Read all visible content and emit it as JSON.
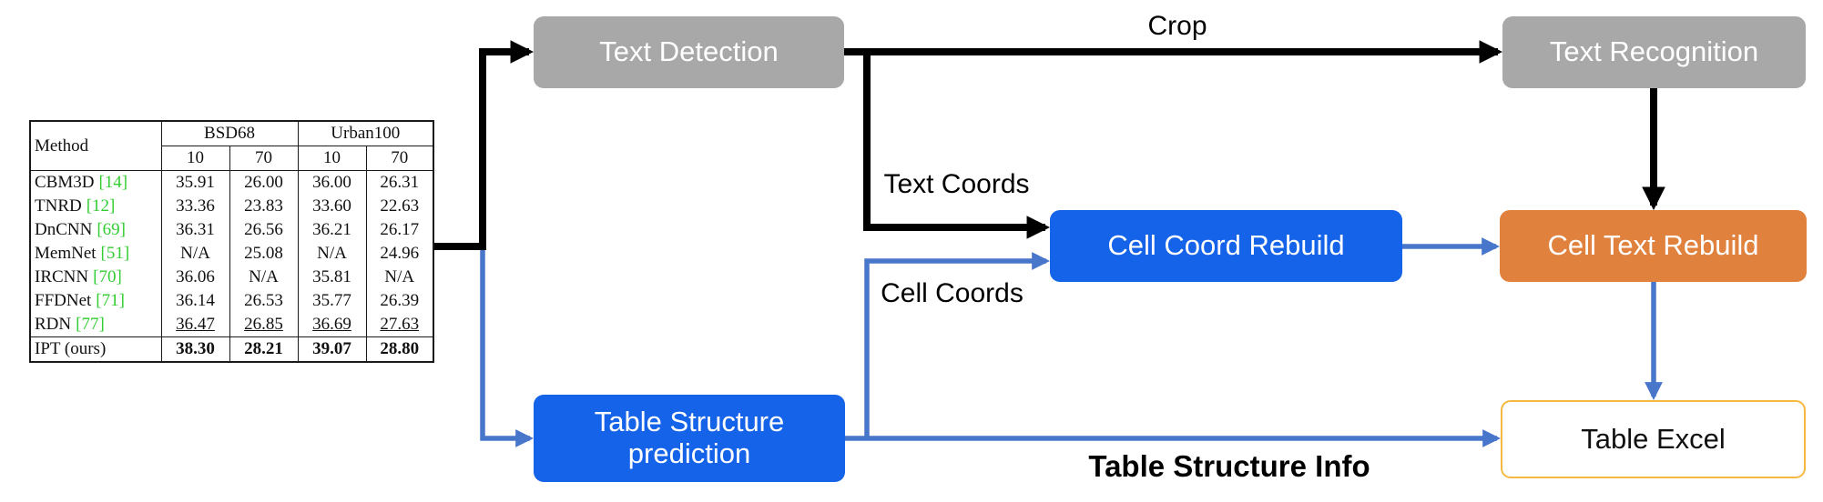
{
  "boxes": {
    "text_detection": "Text Detection",
    "text_recognition": "Text Recognition",
    "cell_coord_rebuild": "Cell Coord Rebuild",
    "cell_text_rebuild": "Cell Text Rebuild",
    "table_structure_prediction": "Table Structure prediction",
    "table_excel": "Table Excel"
  },
  "edge_labels": {
    "crop": "Crop",
    "text_coords": "Text Coords",
    "cell_coords": "Cell Coords",
    "table_structure_info": "Table Structure Info"
  },
  "colors": {
    "gray_box": "#A8A8A8",
    "blue_box": "#1563E9",
    "orange_box": "#E0813D",
    "excel_border": "#F5B942",
    "arrow_black": "#000000",
    "arrow_blue": "#4876CB",
    "citation_green": "#32CD32"
  },
  "input_table": {
    "corner_header": "Method",
    "col_groups": [
      {
        "label": "BSD68",
        "sub_cols": [
          "10",
          "70"
        ]
      },
      {
        "label": "Urban100",
        "sub_cols": [
          "10",
          "70"
        ]
      }
    ],
    "rows": [
      {
        "method": "CBM3D",
        "cite": "[14]",
        "values": [
          "35.91",
          "26.00",
          "36.00",
          "26.31"
        ]
      },
      {
        "method": "TNRD",
        "cite": "[12]",
        "values": [
          "33.36",
          "23.83",
          "33.60",
          "22.63"
        ]
      },
      {
        "method": "DnCNN",
        "cite": "[69]",
        "values": [
          "36.31",
          "26.56",
          "36.21",
          "26.17"
        ]
      },
      {
        "method": "MemNet",
        "cite": "[51]",
        "values": [
          "N/A",
          "25.08",
          "N/A",
          "24.96"
        ]
      },
      {
        "method": "IRCNN",
        "cite": "[70]",
        "values": [
          "36.06",
          "N/A",
          "35.81",
          "N/A"
        ]
      },
      {
        "method": "FFDNet",
        "cite": "[71]",
        "values": [
          "36.14",
          "26.53",
          "35.77",
          "26.39"
        ]
      },
      {
        "method": "RDN",
        "cite": "[77]",
        "values": [
          "36.47",
          "26.85",
          "36.69",
          "27.63"
        ]
      },
      {
        "method": "IPT (ours)",
        "cite": "",
        "values": [
          "38.30",
          "28.21",
          "39.07",
          "28.80"
        ]
      }
    ]
  }
}
